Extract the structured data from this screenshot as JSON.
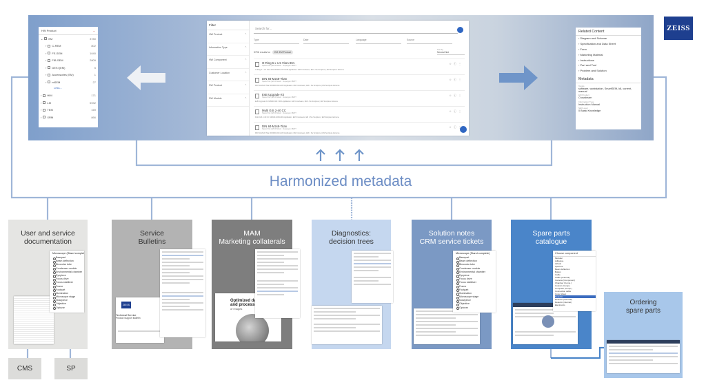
{
  "logo": {
    "text": "ZEISS"
  },
  "harmonized_title": "Harmonized metadata",
  "hierarchy_panel": {
    "header": "HW Product",
    "rows": [
      {
        "label": "EM",
        "count": "3780"
      },
      {
        "label": "C-REM",
        "count": "802"
      },
      {
        "label": "FE-SEM",
        "count": "1040"
      },
      {
        "label": "FIB-SEM",
        "count": "2809"
      },
      {
        "label": "DESI (EM)",
        "count": "5"
      },
      {
        "label": "Accessories (EM)",
        "count": "1"
      },
      {
        "label": "mSEM",
        "count": "27"
      }
    ],
    "more": "Less...",
    "rows2": [
      {
        "label": "HIM",
        "count": "171"
      },
      {
        "label": "LM",
        "count": "5932"
      },
      {
        "label": "TEM",
        "count": "169"
      },
      {
        "label": "XRM",
        "count": "866"
      }
    ]
  },
  "search_app": {
    "filter_title": "Filter",
    "filters": [
      "HW Product",
      "Information Type",
      "HW Component",
      "Customer Location",
      "SW Product",
      "SW Module"
    ],
    "search_placeholder": "Search for...",
    "dropdowns": [
      "Type",
      "Date",
      "Language",
      "Source"
    ],
    "results_count": "3796 results for",
    "chip": "EM: EM Product",
    "sort_label": "Sort by",
    "sort_value": "Newest first",
    "cards": [
      {
        "title": "O-Ring 6 x 1.5 Viton 80A",
        "sub": "Spare Part | EM Product · Supergen 15kPT",
        "desc": "O-Ring 6 x 1.5 Viton 80A 000000-0727-038 Applikation: EM Crossbeam, EM 1 Sw Sculpture | EM Sculpture Extreme"
      },
      {
        "title": "DIN 84-M2x8-Titan",
        "sub": "Spare Part | EM Product · Supergen 15kPT",
        "desc": "DIN 84-M2x8-Titan 000000-0044-105 Applikation: EM Crossbeam, EM 1 Sw Sculpture | EM Sculpture Extreme"
      },
      {
        "title": "EsB Upgrade Kit",
        "sub": "Spare Part | EM Product · Supergen 15kPT",
        "desc": "EsB Upgrade Kit 348040-9017-000 Applikation: EM Crossbeam, EM 1 Sw Sculpture | EM Sculpture Extreme"
      },
      {
        "title": "Multi GIS 2-40 CC",
        "sub": "Spare Part | EM Product · Supergen 15kPT",
        "desc": "Multi GIS 2-40 CC 348040-0209-000 Applikation: EM Crossbeam, EM 1 Sw Sculpture | EM Sculpture Extreme"
      },
      {
        "title": "DIN 84-M2x8-Titan",
        "sub": "Spare Part | EM Product · Supergen 15kPT",
        "desc": "DIN 84-M2x8-Titan 000000-0044-105 Applikation: EM Crossbeam, EM 1 Sw Sculpture | EM Sculpture Extreme"
      }
    ]
  },
  "related_panel": {
    "title": "Related Content",
    "items": [
      "Diagram and Scheme",
      "Specification and Data Sheet",
      "Form",
      "Marketing Material",
      "Instructions",
      "Part and Tool",
      "Problem and Solution"
    ],
    "meta_title": "Metadata",
    "meta": [
      {
        "label": "Topics",
        "value": "software, workstation, SmartSEM, k8, current, manual"
      },
      {
        "label": "EM Product",
        "value": "Crossbeam"
      },
      {
        "label": "Information Type",
        "value": "Instruction Manual"
      },
      {
        "label": "Skill Level",
        "value": "0 Basic Knowledge"
      }
    ]
  },
  "boxes": [
    {
      "line1": "User and service",
      "line2": "documentation"
    },
    {
      "line1": "Service",
      "line2": "Bulletins"
    },
    {
      "line1": "MAM",
      "line2": "Marketing collaterals"
    },
    {
      "line1": "Diagnostics:",
      "line2": "decision trees"
    },
    {
      "line1": "Solution notes",
      "line2": "CRM service tickets"
    },
    {
      "line1": "Spare parts",
      "line2": "catalogue"
    }
  ],
  "ordering_box": {
    "line1": "Ordering",
    "line2": "spare parts"
  },
  "small_boxes": [
    "CMS",
    "SP"
  ],
  "microscope_tree": {
    "root": "Microscope (Stand complete)",
    "items": [
      "Basepart",
      "Beam deflection",
      "Binocular tube",
      "Condenser module",
      "Environmental chamber",
      "Eyepiece",
      "Focus drive",
      "Focus stabilizer",
      "Frame",
      "Footpart",
      "Illumination",
      "Microscope stage",
      "Nosepiece",
      "Objective",
      "Optovar"
    ]
  },
  "bulletin_doc": {
    "brand": "ZEISS",
    "title": "Technical Service",
    "subtitle": "Product Support Bulletin"
  },
  "mam_doc": {
    "title": "Optimized dat",
    "title2": "and processin",
    "sub": "of images"
  },
  "spare_parts_dropdown": {
    "title": "Choose component",
    "items": [
      "Modular",
      "Adhesive",
      "Airlock",
      "Aperture",
      "Beam deflection",
      "Button",
      "Cable",
      "Cable (external)",
      "Camera (Component)",
      "Chamber (Comp.)",
      "Column (Comp.)",
      "Computer (Comp.)",
      "Connection cable",
      "Cover sheet",
      "Detector",
      "Detector (external)",
      "Detector (internal)",
      "Electronics"
    ]
  }
}
